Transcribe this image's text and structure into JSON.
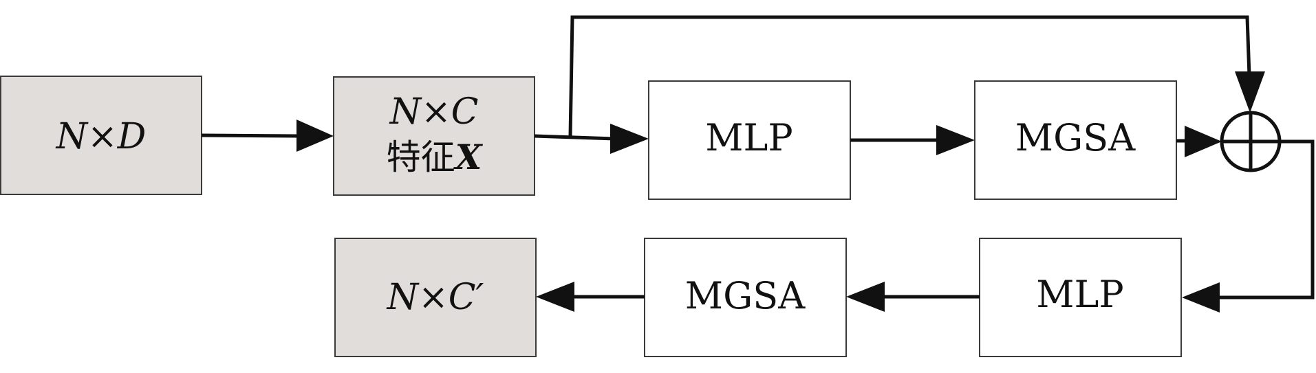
{
  "nodes": {
    "input": {
      "label": "N×D"
    },
    "feature": {
      "label_math": "N×C",
      "label_cn": "特征",
      "label_var": "X"
    },
    "mlp1": {
      "label": "MLP"
    },
    "mgsa1": {
      "label": "MGSA"
    },
    "sum": {
      "symbol": "⊕"
    },
    "mlp2": {
      "label": "MLP"
    },
    "mgsa2": {
      "label": "MGSA"
    },
    "output": {
      "label": "N×C′"
    }
  },
  "edges": [
    {
      "from": "input",
      "to": "feature"
    },
    {
      "from": "feature",
      "to": "mlp1"
    },
    {
      "from": "feature",
      "to": "sum",
      "kind": "skip"
    },
    {
      "from": "mlp1",
      "to": "mgsa1"
    },
    {
      "from": "mgsa1",
      "to": "sum"
    },
    {
      "from": "sum",
      "to": "mlp2"
    },
    {
      "from": "mlp2",
      "to": "mgsa2"
    },
    {
      "from": "mgsa2",
      "to": "output"
    }
  ],
  "colors": {
    "shaded_fill": "#e0dddb",
    "plain_fill": "#ffffff",
    "line": "#111111"
  }
}
